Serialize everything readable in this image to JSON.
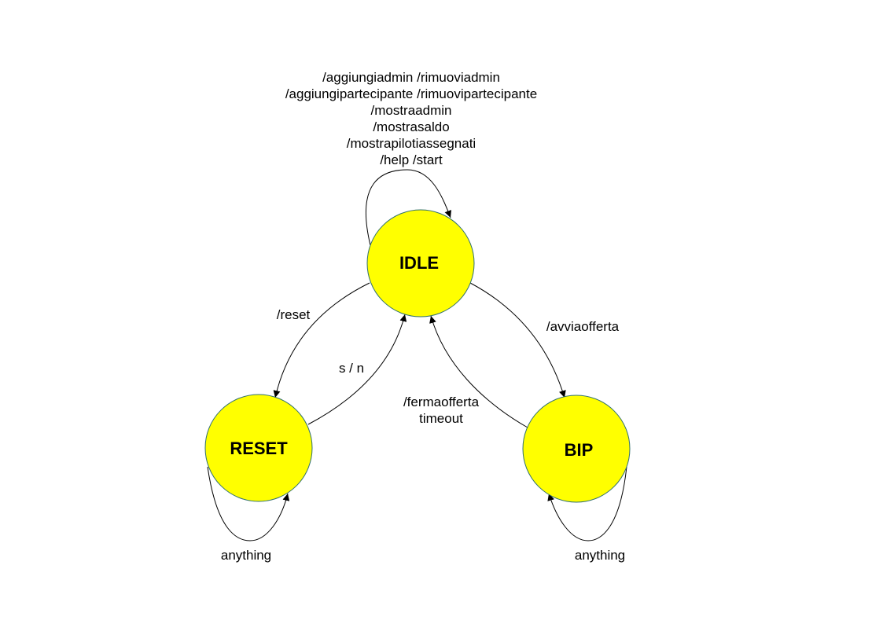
{
  "colors": {
    "state_fill": "#ffff00",
    "state_stroke": "#2f6f6f",
    "edge": "#000000",
    "background": "#ffffff"
  },
  "states": {
    "idle": "IDLE",
    "reset": "RESET",
    "bip": "BIP"
  },
  "transitions": {
    "idle_self": [
      "/aggiungiadmin /rimuoviadmin",
      "/aggiungipartecipante /rimuovipartecipante",
      "/mostraadmin",
      "/mostrasaldo",
      "/mostrapilotiassegnati",
      "/help /start"
    ],
    "idle_to_reset": "/reset",
    "reset_to_idle": "s / n",
    "idle_to_bip": "/avviaofferta",
    "bip_to_idle": [
      "/fermaofferta",
      "timeout"
    ],
    "reset_self": "anything",
    "bip_self": "anything"
  }
}
